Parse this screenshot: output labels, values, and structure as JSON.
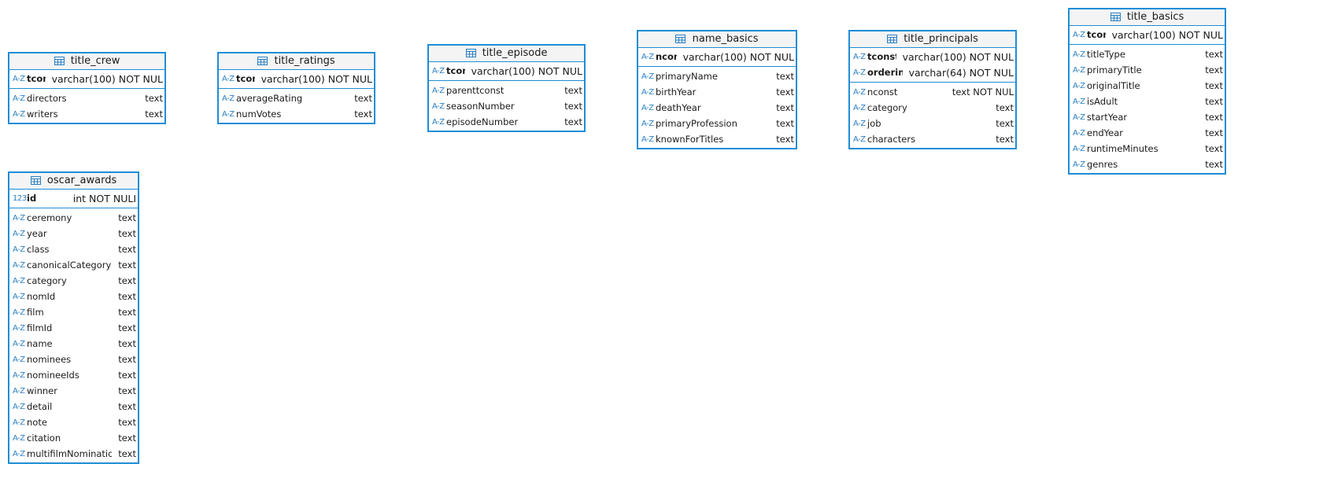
{
  "tables": [
    {
      "id": "title_crew",
      "name": "title_crew",
      "keys": [
        {
          "name": "tconst",
          "type": "varchar(100) NOT NUL",
          "icon": "A-Z"
        }
      ],
      "columns": [
        {
          "name": "directors",
          "type": "text",
          "icon": "A-Z"
        },
        {
          "name": "writers",
          "type": "text",
          "icon": "A-Z"
        }
      ]
    },
    {
      "id": "title_ratings",
      "name": "title_ratings",
      "keys": [
        {
          "name": "tconst",
          "type": "varchar(100) NOT NUL",
          "icon": "A-Z"
        }
      ],
      "columns": [
        {
          "name": "averageRating",
          "type": "text",
          "icon": "A-Z"
        },
        {
          "name": "numVotes",
          "type": "text",
          "icon": "A-Z"
        }
      ]
    },
    {
      "id": "title_episode",
      "name": "title_episode",
      "keys": [
        {
          "name": "tconst",
          "type": "varchar(100) NOT NUL",
          "icon": "A-Z"
        }
      ],
      "columns": [
        {
          "name": "parenttconst",
          "type": "text",
          "icon": "A-Z"
        },
        {
          "name": "seasonNumber",
          "type": "text",
          "icon": "A-Z"
        },
        {
          "name": "episodeNumber",
          "type": "text",
          "icon": "A-Z"
        }
      ]
    },
    {
      "id": "name_basics",
      "name": "name_basics",
      "keys": [
        {
          "name": "nconst",
          "type": "varchar(100) NOT NUL",
          "icon": "A-Z"
        }
      ],
      "columns": [
        {
          "name": "primaryName",
          "type": "text",
          "icon": "A-Z"
        },
        {
          "name": "birthYear",
          "type": "text",
          "icon": "A-Z"
        },
        {
          "name": "deathYear",
          "type": "text",
          "icon": "A-Z"
        },
        {
          "name": "primaryProfession",
          "type": "text",
          "icon": "A-Z"
        },
        {
          "name": "knownForTitles",
          "type": "text",
          "icon": "A-Z"
        }
      ]
    },
    {
      "id": "title_principals",
      "name": "title_principals",
      "keys": [
        {
          "name": "tconst",
          "type": "varchar(100) NOT NUL",
          "icon": "A-Z"
        },
        {
          "name": "ordering",
          "type": "varchar(64) NOT NUL",
          "icon": "A-Z"
        }
      ],
      "columns": [
        {
          "name": "nconst",
          "type": "text NOT NUL",
          "icon": "A-Z"
        },
        {
          "name": "category",
          "type": "text",
          "icon": "A-Z"
        },
        {
          "name": "job",
          "type": "text",
          "icon": "A-Z"
        },
        {
          "name": "characters",
          "type": "text",
          "icon": "A-Z"
        }
      ]
    },
    {
      "id": "title_basics",
      "name": "title_basics",
      "keys": [
        {
          "name": "tconst",
          "type": "varchar(100) NOT NUL",
          "icon": "A-Z"
        }
      ],
      "columns": [
        {
          "name": "titleType",
          "type": "text",
          "icon": "A-Z"
        },
        {
          "name": "primaryTitle",
          "type": "text",
          "icon": "A-Z"
        },
        {
          "name": "originalTitle",
          "type": "text",
          "icon": "A-Z"
        },
        {
          "name": "isAdult",
          "type": "text",
          "icon": "A-Z"
        },
        {
          "name": "startYear",
          "type": "text",
          "icon": "A-Z"
        },
        {
          "name": "endYear",
          "type": "text",
          "icon": "A-Z"
        },
        {
          "name": "runtimeMinutes",
          "type": "text",
          "icon": "A-Z"
        },
        {
          "name": "genres",
          "type": "text",
          "icon": "A-Z"
        }
      ]
    },
    {
      "id": "oscar_awards",
      "name": "oscar_awards",
      "keys": [
        {
          "name": "id",
          "type": "int NOT NULI",
          "icon": "123"
        }
      ],
      "columns": [
        {
          "name": "ceremony",
          "type": "text",
          "icon": "A-Z"
        },
        {
          "name": "year",
          "type": "text",
          "icon": "A-Z"
        },
        {
          "name": "class",
          "type": "text",
          "icon": "A-Z"
        },
        {
          "name": "canonicalCategory",
          "type": "text",
          "icon": "A-Z"
        },
        {
          "name": "category",
          "type": "text",
          "icon": "A-Z"
        },
        {
          "name": "nomId",
          "type": "text",
          "icon": "A-Z"
        },
        {
          "name": "film",
          "type": "text",
          "icon": "A-Z"
        },
        {
          "name": "filmId",
          "type": "text",
          "icon": "A-Z"
        },
        {
          "name": "name",
          "type": "text",
          "icon": "A-Z"
        },
        {
          "name": "nominees",
          "type": "text",
          "icon": "A-Z"
        },
        {
          "name": "nomineeIds",
          "type": "text",
          "icon": "A-Z"
        },
        {
          "name": "winner",
          "type": "text",
          "icon": "A-Z"
        },
        {
          "name": "detail",
          "type": "text",
          "icon": "A-Z"
        },
        {
          "name": "note",
          "type": "text",
          "icon": "A-Z"
        },
        {
          "name": "citation",
          "type": "text",
          "icon": "A-Z"
        },
        {
          "name": "multifilmNomination",
          "type": "text",
          "icon": "A-Z"
        }
      ]
    }
  ],
  "colors": {
    "border": "#1f8dd6",
    "header_bg": "#f4f4f4",
    "icon": "#2a7fc2"
  }
}
